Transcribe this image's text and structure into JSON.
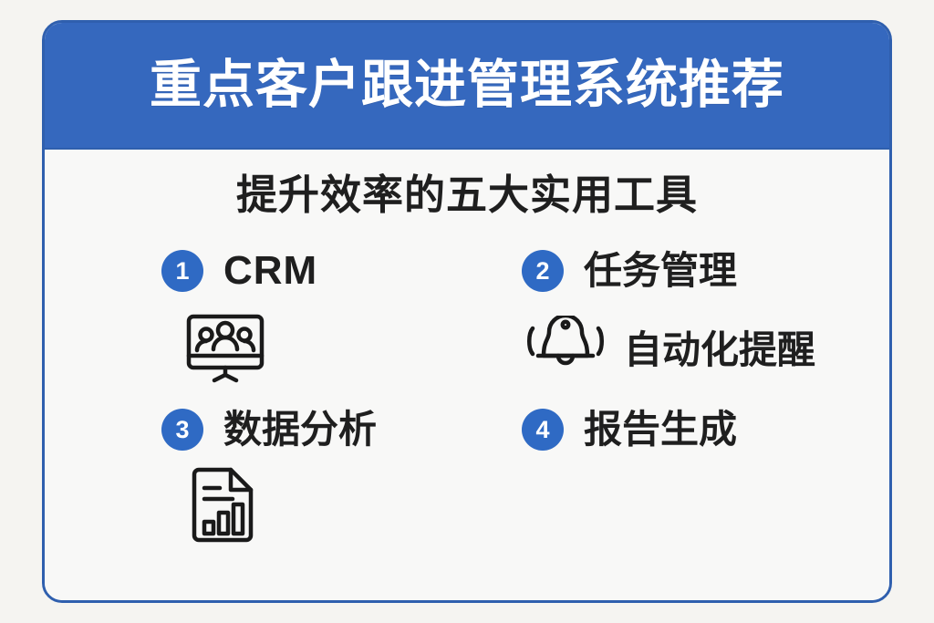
{
  "poster": {
    "title": "重点客户跟进管理系统推荐",
    "subtitle": "提升效率的五大实用工具",
    "colors": {
      "header_blue": "#3568be",
      "border_blue": "#2f5fae",
      "badge_blue": "#2f6ac4",
      "page_background": "#f5f4f1",
      "card_background": "#f8f8f7",
      "text_dark": "#1f1f1f",
      "text_white": "#ffffff"
    },
    "items": [
      {
        "number": "1",
        "label": "CRM",
        "icon": "monitor-people-icon"
      },
      {
        "number": "2",
        "label": "任务管理",
        "icon": ""
      },
      {
        "number": "",
        "label": "自动化提醒",
        "icon": "bell-ringing-icon"
      },
      {
        "number": "3",
        "label": "数据分析",
        "icon": "document-chart-icon"
      },
      {
        "number": "4",
        "label": "报告生成",
        "icon": ""
      }
    ],
    "layout": {
      "row1_left": "CRM",
      "row1_right": "任务管理",
      "row2_left_icon": "monitor-people-icon",
      "row2_right_icon": "bell-ringing-icon",
      "row2_right_label": "自动化提醒",
      "row3_left": "数据分析",
      "row3_right": "报告生成",
      "row4_left_icon": "document-chart-icon"
    }
  }
}
